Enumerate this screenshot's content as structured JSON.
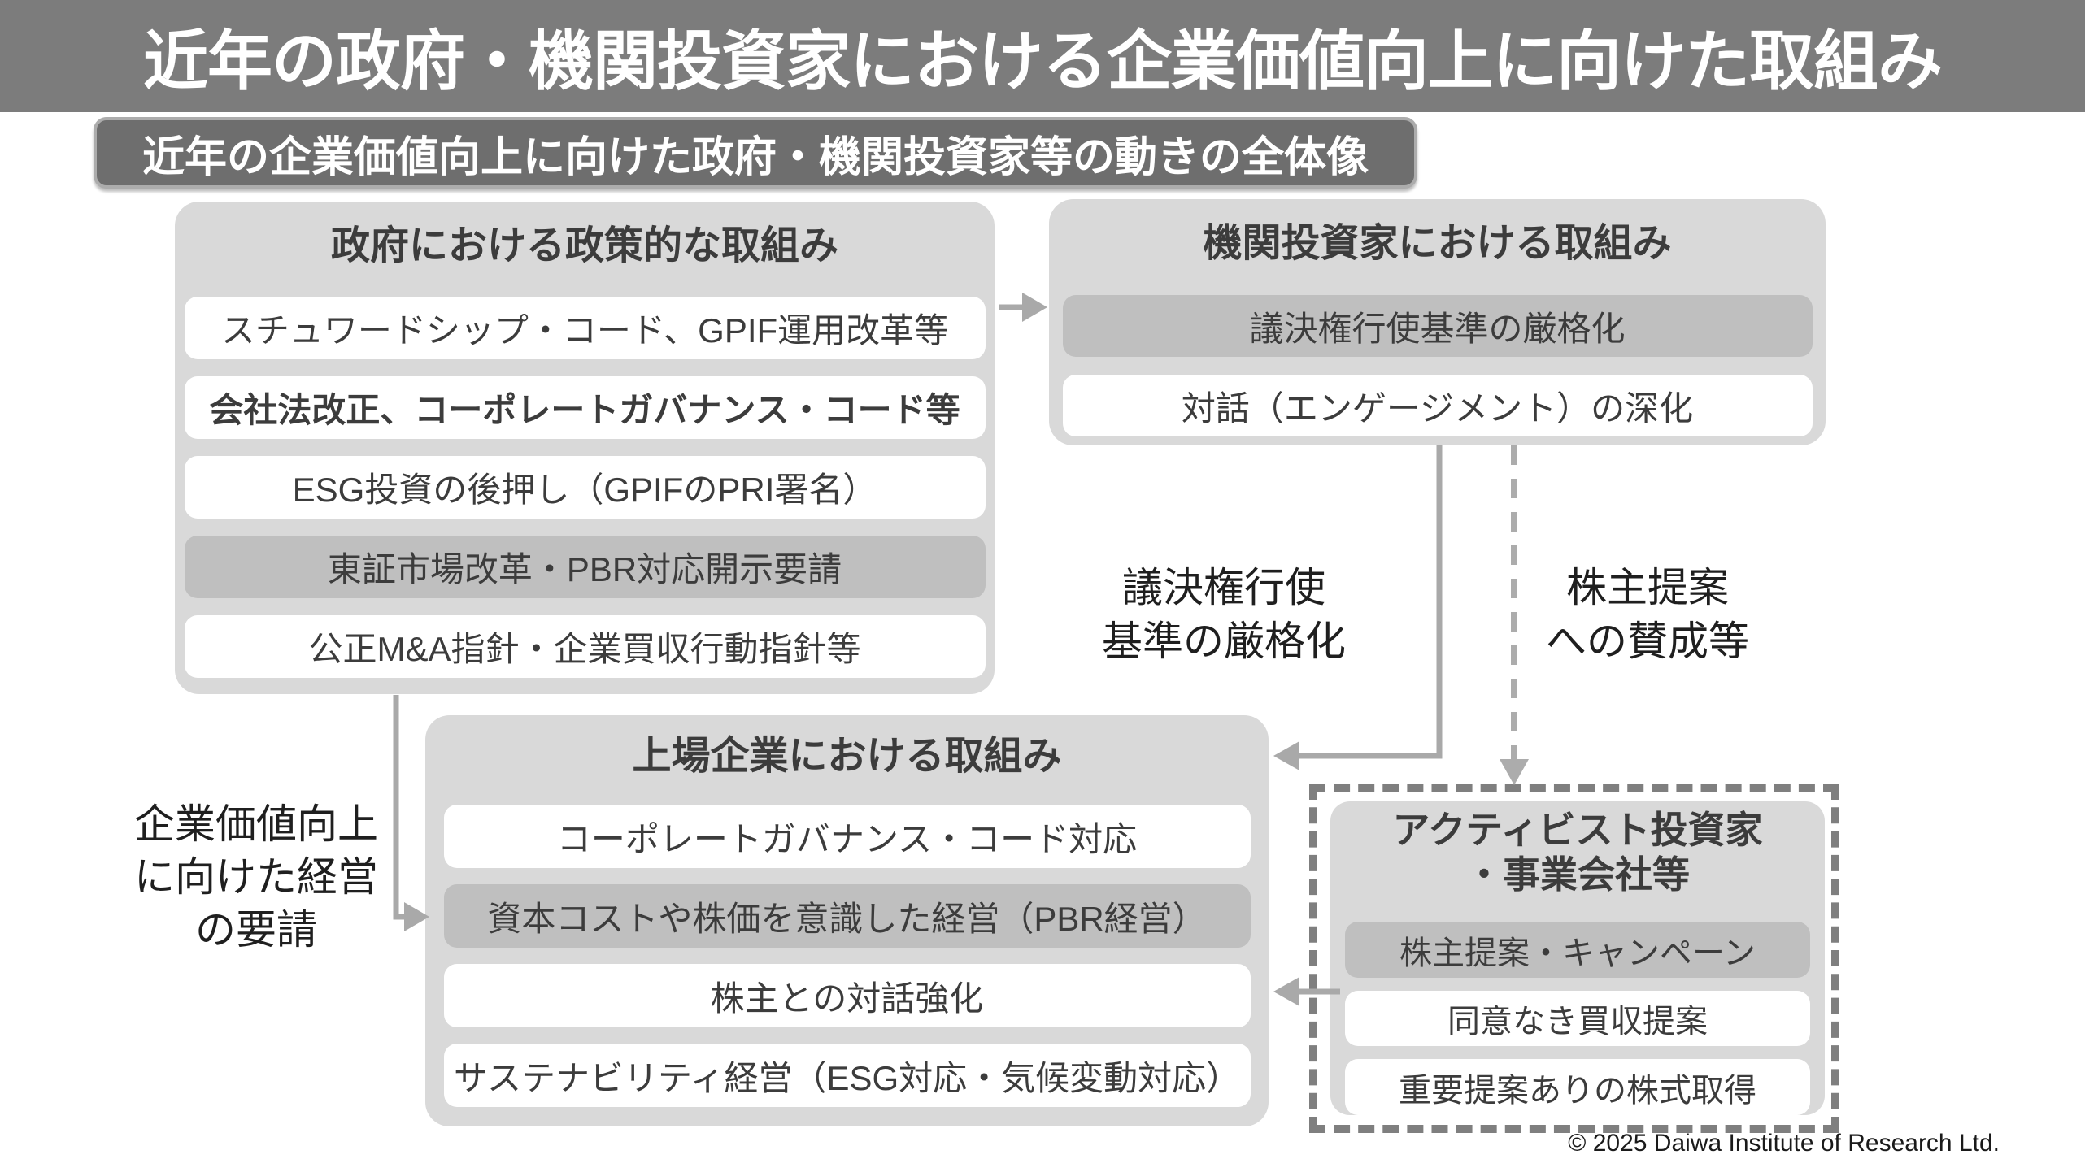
{
  "page": {
    "title": "近年の政府・機関投資家における企業価値向上に向けた取組み",
    "subtitle": "近年の企業価値向上に向けた政府・機関投資家等の動きの全体像",
    "copyright": "© 2025 Daiwa Institute of Research Ltd."
  },
  "colors": {
    "title_bar_bg": "#7C7C7C",
    "badge_bg": "#6E6E6E",
    "badge_border": "#ACACAC",
    "panel_bg": "#D9D9D9",
    "item_white_bg": "#FFFFFF",
    "item_gray_bg": "#BFBFBF",
    "panel_text": "#3C3C3C",
    "flow_label_text": "#1F1F1F",
    "arrow_solid": "#A9A9A9",
    "arrow_dashed": "#ACACAC",
    "activist_dashed_border": "#7F7F7F"
  },
  "panels": {
    "government": {
      "title": "政府における政策的な取組み",
      "items": [
        {
          "label": "スチュワードシップ・コード、GPIF運用改革等",
          "style": "white"
        },
        {
          "label": "会社法改正、コーポレートガバナンス・コード等",
          "style": "white-bold"
        },
        {
          "label": "ESG投資の後押し（GPIFのPRI署名）",
          "style": "white"
        },
        {
          "label": "東証市場改革・PBR対応開示要請",
          "style": "gray"
        },
        {
          "label": "公正M&A指針・企業買収行動指針等",
          "style": "white"
        }
      ]
    },
    "institutional": {
      "title": "機関投資家における取組み",
      "items": [
        {
          "label": "議決権行使基準の厳格化",
          "style": "gray"
        },
        {
          "label": "対話（エンゲージメント）の深化",
          "style": "white"
        }
      ]
    },
    "listed": {
      "title": "上場企業における取組み",
      "items": [
        {
          "label": "コーポレートガバナンス・コード対応",
          "style": "white"
        },
        {
          "label": "資本コストや株価を意識した経営（PBR経営）",
          "style": "gray"
        },
        {
          "label": "株主との対話強化",
          "style": "white"
        },
        {
          "label": "サステナビリティ経営（ESG対応・気候変動対応）",
          "style": "white"
        }
      ]
    },
    "activist": {
      "title_lines": [
        "アクティビスト投資家",
        "・事業会社等"
      ],
      "items": [
        {
          "label": "株主提案・キャンペーン",
          "style": "gray"
        },
        {
          "label": "同意なき買収提案",
          "style": "white"
        },
        {
          "label": "重要提案ありの株式取得",
          "style": "white"
        }
      ]
    }
  },
  "flow_labels": {
    "voting_lines": [
      "議決権行使",
      "基準の厳格化"
    ],
    "proposal_lines": [
      "株主提案",
      "への賛成等"
    ],
    "management_request_lines": [
      "企業価値向上",
      "に向けた経営",
      "の要請"
    ]
  },
  "arrows": [
    {
      "from": "government-panel",
      "to": "institutional-panel",
      "style": "solid"
    },
    {
      "from": "institutional-panel",
      "to": "listed-panel",
      "style": "solid-elbow"
    },
    {
      "from": "institutional-panel",
      "to": "activist-panel",
      "style": "dashed"
    },
    {
      "from": "government-panel",
      "to": "listed-panel",
      "style": "solid-elbow"
    },
    {
      "from": "activist-panel",
      "to": "listed-panel",
      "style": "solid"
    }
  ]
}
